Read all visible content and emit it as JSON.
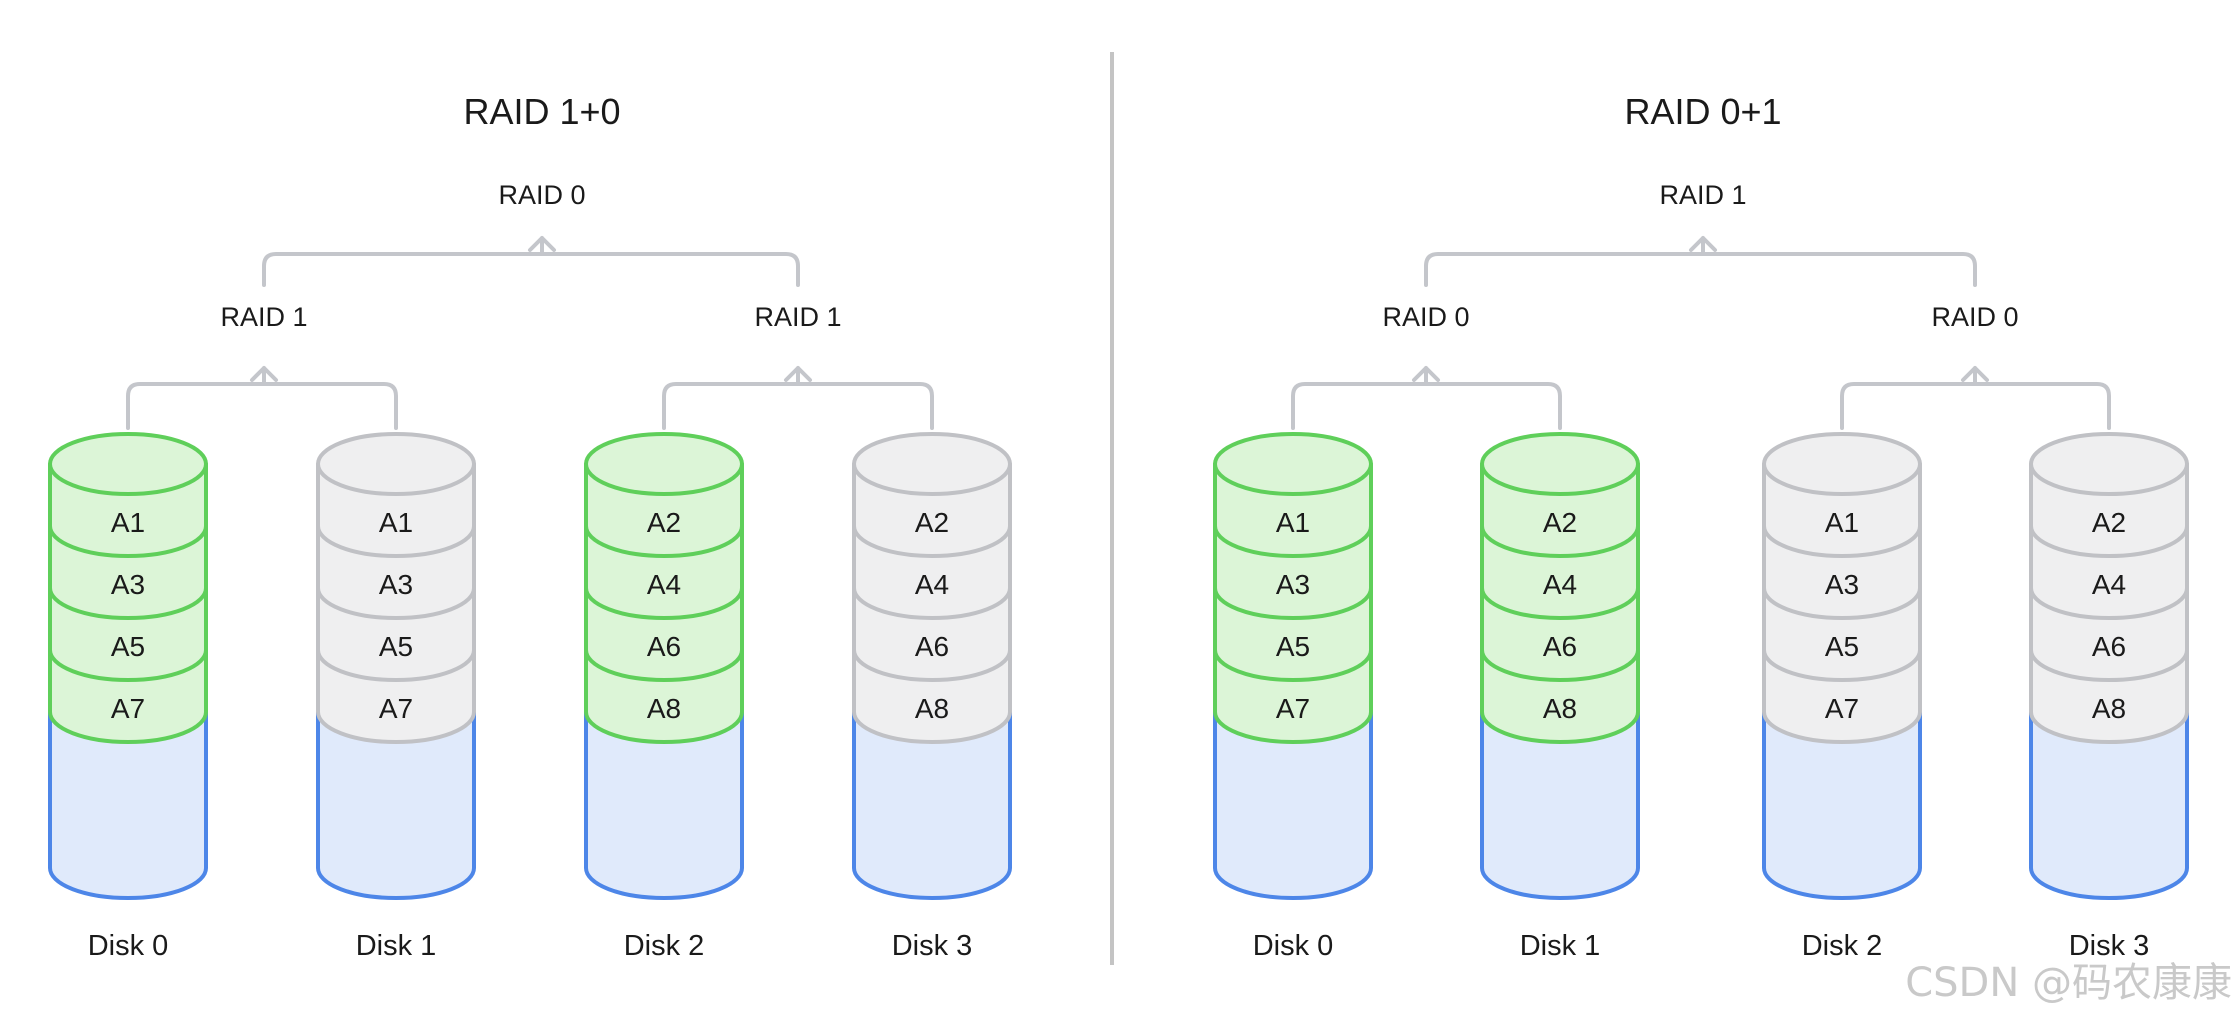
{
  "colors": {
    "primary_fill": "#dcf5d7",
    "primary_stroke": "#5fcf5a",
    "mirror_fill": "#efeff0",
    "mirror_stroke": "#c0c1c5",
    "base_fill": "#e0eafb",
    "base_stroke": "#4d86e8",
    "connector": "#c4c6cb",
    "divider": "#c4c4c4"
  },
  "left": {
    "title": "RAID 1+0",
    "top_label": "RAID 0",
    "sub_labels": [
      "RAID 1",
      "RAID 1"
    ],
    "disks": [
      {
        "label": "Disk 0",
        "style": "primary",
        "blocks": [
          "A1",
          "A3",
          "A5",
          "A7"
        ]
      },
      {
        "label": "Disk 1",
        "style": "mirror",
        "blocks": [
          "A1",
          "A3",
          "A5",
          "A7"
        ]
      },
      {
        "label": "Disk 2",
        "style": "primary",
        "blocks": [
          "A2",
          "A4",
          "A6",
          "A8"
        ]
      },
      {
        "label": "Disk 3",
        "style": "mirror",
        "blocks": [
          "A2",
          "A4",
          "A6",
          "A8"
        ]
      }
    ]
  },
  "right": {
    "title": "RAID 0+1",
    "top_label": "RAID 1",
    "sub_labels": [
      "RAID 0",
      "RAID 0"
    ],
    "disks": [
      {
        "label": "Disk 0",
        "style": "primary",
        "blocks": [
          "A1",
          "A3",
          "A5",
          "A7"
        ]
      },
      {
        "label": "Disk 1",
        "style": "primary",
        "blocks": [
          "A2",
          "A4",
          "A6",
          "A8"
        ]
      },
      {
        "label": "Disk 2",
        "style": "mirror",
        "blocks": [
          "A1",
          "A3",
          "A5",
          "A7"
        ]
      },
      {
        "label": "Disk 3",
        "style": "mirror",
        "blocks": [
          "A2",
          "A4",
          "A6",
          "A8"
        ]
      }
    ]
  },
  "watermark": "CSDN @码农康康"
}
